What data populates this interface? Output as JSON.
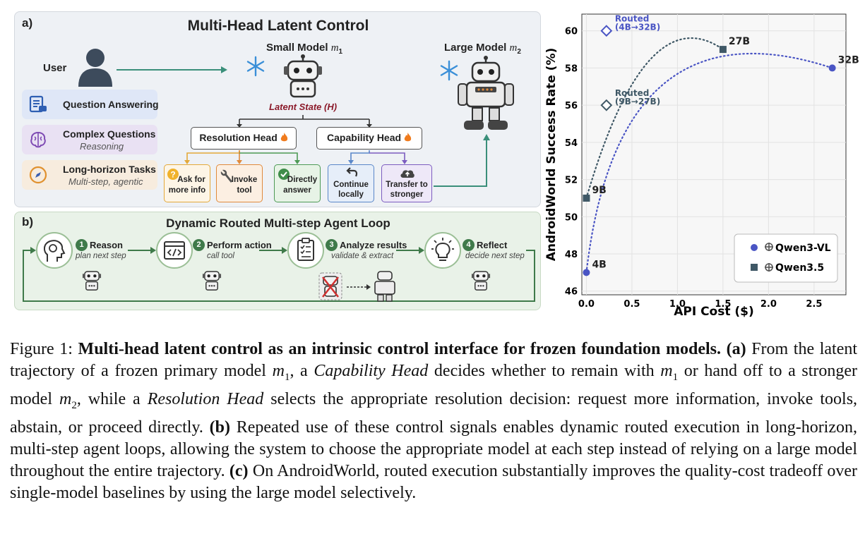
{
  "panel_a": {
    "label": "a)",
    "title": "Multi-Head Latent Control",
    "user_label": "User",
    "small_model_label": "Small Model",
    "small_model_symbol": "m",
    "small_model_sub": "1",
    "large_model_label": "Large Model",
    "large_model_symbol": "m",
    "large_model_sub": "2",
    "latent_state": "Latent State (H)",
    "tasks": [
      {
        "title": "Question Answering",
        "subtitle": "",
        "icon": "document-chat-icon",
        "color": "#dfe7f7"
      },
      {
        "title": "Complex Questions",
        "subtitle": "Reasoning",
        "icon": "brain-icon",
        "color": "#e9e1f3"
      },
      {
        "title": "Long-horizon Tasks",
        "subtitle": "Multi-step, agentic",
        "icon": "compass-icon",
        "color": "#f7ecde"
      }
    ],
    "resolution_head": "Resolution Head",
    "capability_head": "Capability Head",
    "resolution_decisions": [
      {
        "line1": "Ask for",
        "line2": "more info",
        "icon": "question-icon",
        "border": "#e3a93a",
        "fill": "#fdf5e6"
      },
      {
        "line1": "Invoke",
        "line2": "tool",
        "icon": "wrench-icon",
        "border": "#e08a3c",
        "fill": "#fcefe2"
      },
      {
        "line1": "Directly",
        "line2": "answer",
        "icon": "check-icon",
        "border": "#4d9a55",
        "fill": "#e7f3e6"
      }
    ],
    "capability_decisions": [
      {
        "line1": "Continue",
        "line2": "locally",
        "icon": "undo-arrow-icon",
        "border": "#5a87c9",
        "fill": "#e6eef9"
      },
      {
        "line1": "Transfer to",
        "line2": "stronger",
        "icon": "cloud-upload-icon",
        "border": "#7c5cc0",
        "fill": "#eee8f8"
      }
    ]
  },
  "panel_b": {
    "label": "b)",
    "title": "Dynamic Routed Multi-step Agent Loop",
    "steps": [
      {
        "num": "1",
        "title": "Reason",
        "sub": "plan next step",
        "icon": "head-thought-icon"
      },
      {
        "num": "2",
        "title": "Perform action",
        "sub": "call tool",
        "icon": "code-window-icon"
      },
      {
        "num": "3",
        "title": "Analyze results",
        "sub": "validate & extract",
        "icon": "clipboard-check-icon"
      },
      {
        "num": "4",
        "title": "Reflect",
        "sub": "decide next step",
        "icon": "lightbulb-icon"
      }
    ]
  },
  "chart_data": {
    "type": "scatter",
    "title": "",
    "xlabel": "API Cost ($)",
    "ylabel": "AndroidWorld Success Rate (%)",
    "xlim": [
      -0.05,
      2.85
    ],
    "ylim": [
      45.8,
      60.9
    ],
    "xticks": [
      "0.0",
      "0.5",
      "1.0",
      "1.5",
      "2.0",
      "2.5"
    ],
    "yticks": [
      "46",
      "48",
      "50",
      "52",
      "54",
      "56",
      "58",
      "60"
    ],
    "grid": true,
    "legend_placement": "bottom-right",
    "series": [
      {
        "name": "Qwen3-VL",
        "marker": "circle",
        "color": "#4a55c4",
        "points": [
          {
            "x": 0.0,
            "y": 47.0,
            "label": "4B"
          },
          {
            "x": 2.7,
            "y": 58.0,
            "label": "32B"
          }
        ]
      },
      {
        "name": "Qwen3.5",
        "marker": "square",
        "color": "#3f5866",
        "points": [
          {
            "x": 0.0,
            "y": 51.0,
            "label": "9B"
          },
          {
            "x": 1.5,
            "y": 59.0,
            "label": "27B"
          }
        ]
      }
    ],
    "routed_points": [
      {
        "x": 0.22,
        "y": 60.0,
        "label_line1": "Routed",
        "label_line2": "(4B→32B)",
        "color": "#4a55c4"
      },
      {
        "x": 0.22,
        "y": 56.0,
        "label_line1": "Routed",
        "label_line2": "(9B→27B)",
        "color": "#3f5866"
      }
    ]
  },
  "caption": {
    "fig_label": "Figure 1:",
    "bold_title": "Multi-head latent control as an intrinsic control interface for frozen foundation models.",
    "a_label": "(a)",
    "a_t1": "From the latent trajectory of a frozen primary model",
    "a_t2": ", a",
    "a_cap": "Capability Head",
    "a_t3": "decides whether to remain with",
    "a_t4": "or hand off to a stronger model",
    "a_t5": ", while a",
    "a_res": "Resolution Head",
    "a_t6": "selects the appropriate resolution decision: request more information, invoke tools, abstain, or proceed directly.",
    "b_label": "(b)",
    "b_text": "Repeated use of these control signals enables dynamic routed execution in long-horizon, multi-step agent loops, allowing the system to choose the appropriate model at each step instead of relying on a large model throughout the entire trajectory.",
    "c_label": "(c)",
    "c_text": "On AndroidWorld, routed execution substantially improves the quality-cost tradeoff over single-model baselines by using the large model selectively.",
    "m_symbol": "m",
    "m1_sub": "1",
    "m2_sub": "2"
  }
}
